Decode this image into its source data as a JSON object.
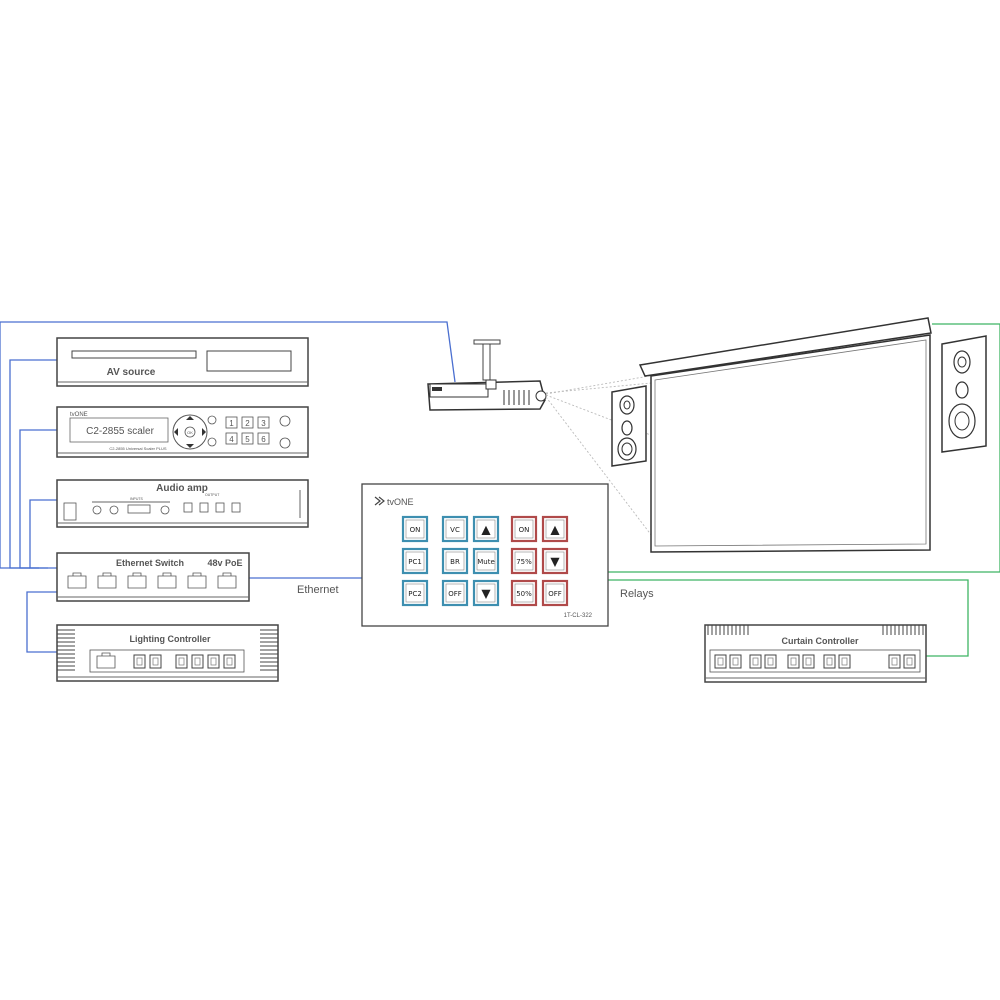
{
  "devices": {
    "av_source": "AV source",
    "scaler_brand": "tvONE",
    "scaler_title": "C2-2855 scaler",
    "scaler_subtitle": "C2-2855 Universal Scaler PLUS",
    "scaler_keys": [
      "1",
      "2",
      "3",
      "4",
      "5",
      "6"
    ],
    "scaler_ok": "OK",
    "audio_amp": "Audio amp",
    "audio_inputs_label": "INPUTS",
    "audio_output_label": "OUTPUT",
    "ethernet_switch": "Ethernet Switch",
    "poe": "48v PoE",
    "lighting_controller": "Lighting Controller",
    "curtain_controller": "Curtain Controller"
  },
  "panel": {
    "brand": "tvONE",
    "model": "1T-CL-322",
    "buttons": [
      [
        "ON",
        "VC",
        "▲",
        "ON",
        "▲"
      ],
      [
        "PC1",
        "BR",
        "Mute",
        "75%",
        "▼"
      ],
      [
        "PC2",
        "OFF",
        "▼",
        "50%",
        "OFF"
      ]
    ]
  },
  "links": {
    "ethernet": "Ethernet",
    "relays": "Relays"
  },
  "colors": {
    "ethernet_line": "#4a6fd0",
    "relay_line": "#3fb563",
    "blue_button": "#3e8fb0",
    "red_button": "#b04a4a"
  }
}
